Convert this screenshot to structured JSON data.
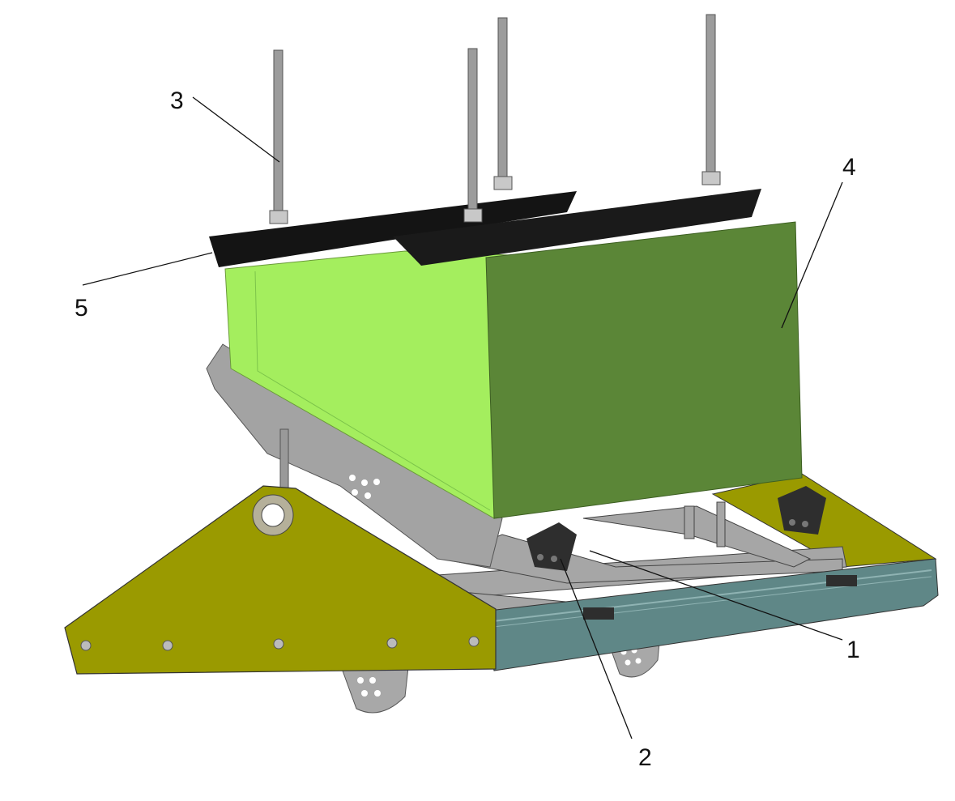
{
  "figure": {
    "labels": {
      "one": "1",
      "two": "2",
      "three": "3",
      "four": "4",
      "five": "5"
    },
    "colors": {
      "plate_yellow": "#9a9a00",
      "box_light_green": "#a4ee5e",
      "box_dark_green": "#5b8637",
      "blade_black": "#141414",
      "frame_teal": "#5f8787",
      "metal_gray": "#a3a3a3"
    }
  }
}
